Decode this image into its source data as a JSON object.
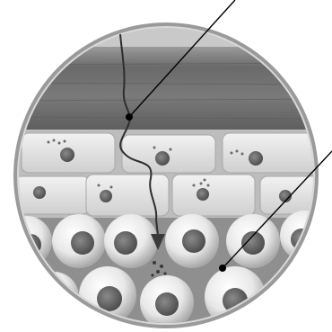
{
  "diagram": {
    "kind": "skin cross-section illustration (grayscale)",
    "layers": [
      {
        "name": "stratum-corneum",
        "shade": "#6e6e6e"
      },
      {
        "name": "granular-layer",
        "shade": "#d0d0d0"
      },
      {
        "name": "spinous-layer",
        "shade": "#c4c4c4"
      },
      {
        "name": "basal-cells",
        "shade": "#e6e6e6"
      }
    ],
    "labels": [],
    "colors": {
      "background": "#ffffff",
      "rim": "#8c8c8c",
      "leader_line": "#000000",
      "path_line": "#3a3a3a",
      "nucleus": "#6a6a6a"
    }
  }
}
